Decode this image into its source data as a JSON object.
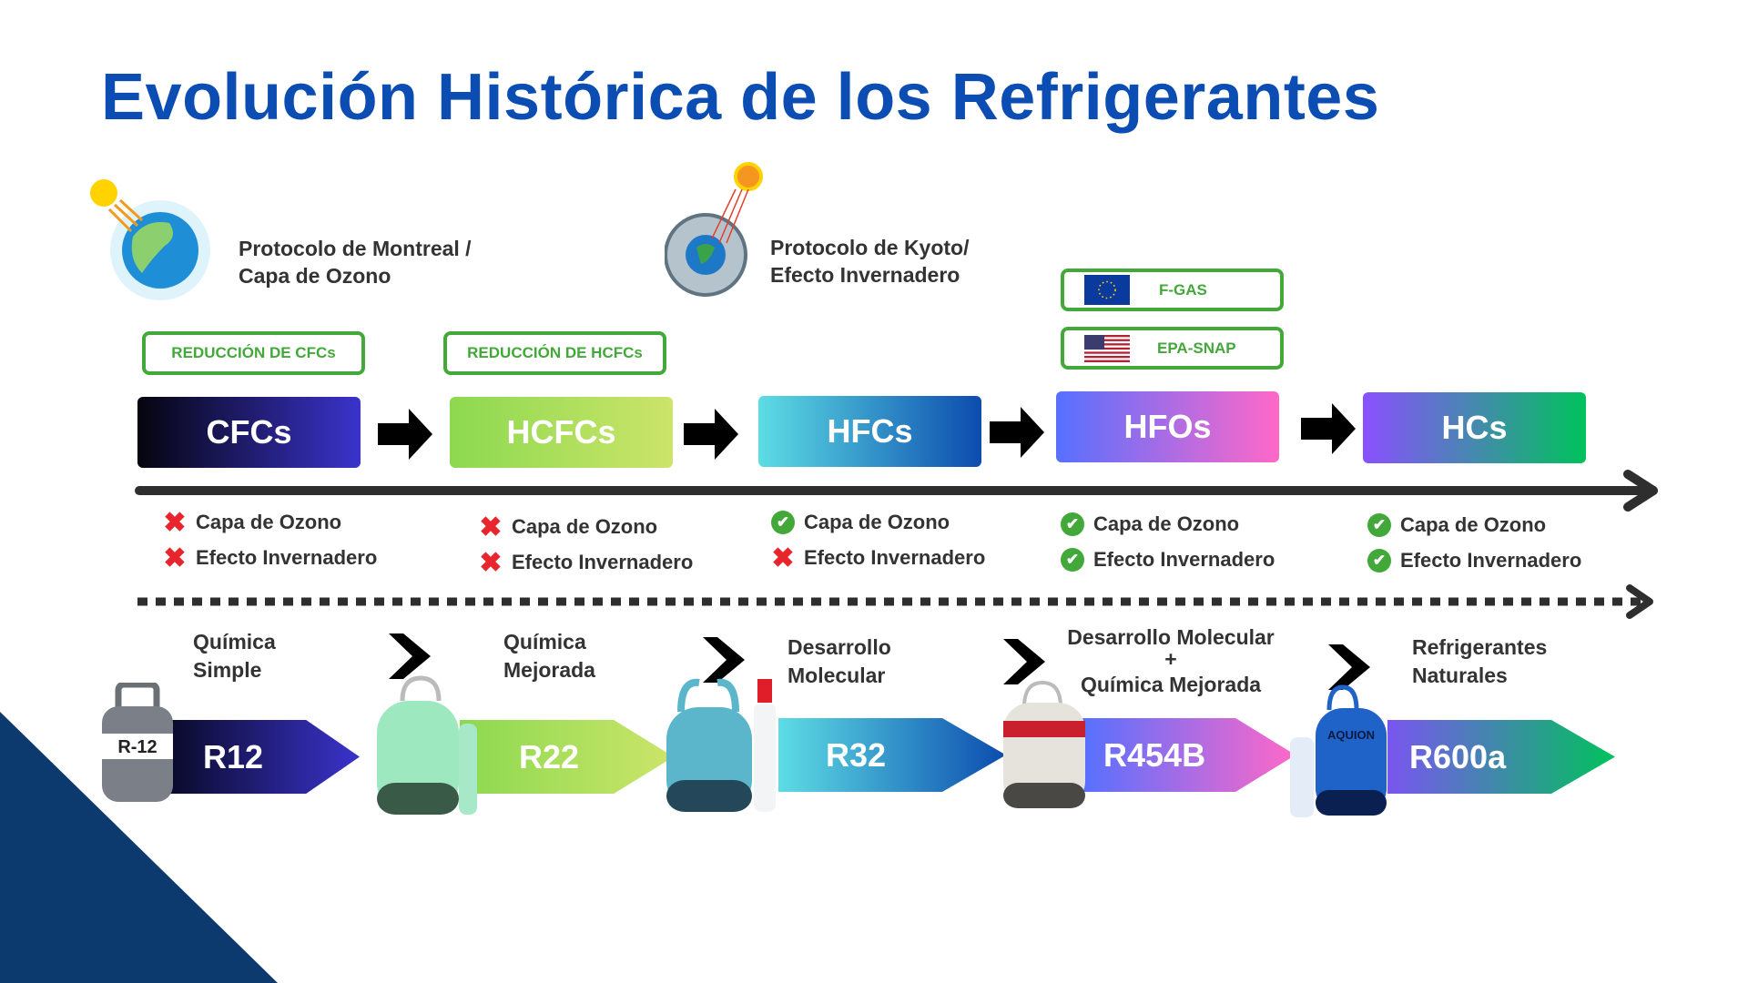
{
  "title": "Evolución Histórica de los Refrigerantes",
  "protocols": [
    {
      "line1": "Protocolo de Montreal /",
      "line2": "Capa de Ozono",
      "icon": "ozone-earth-icon"
    },
    {
      "line1": "Protocolo de Kyoto/",
      "line2": "Efecto Invernadero",
      "icon": "greenhouse-earth-icon"
    }
  ],
  "reductions": [
    "REDUCCIÓN DE CFCs",
    "REDUCCIÓN DE HCFCs"
  ],
  "regulations": [
    {
      "label": "F-GAS",
      "icon": "eu-flag-icon"
    },
    {
      "label": "EPA-SNAP",
      "icon": "us-flag-icon"
    }
  ],
  "categories": [
    {
      "name": "CFCs",
      "ozone": false,
      "greenhouse": false,
      "colors": [
        "#05050f",
        "#3a33cc"
      ]
    },
    {
      "name": "HCFCs",
      "ozone": false,
      "greenhouse": false,
      "colors": [
        "#8cd94f",
        "#cce46a"
      ]
    },
    {
      "name": "HFCs",
      "ozone": true,
      "greenhouse": false,
      "colors": [
        "#5ddde4",
        "#0c4cae"
      ]
    },
    {
      "name": "HFOs",
      "ozone": true,
      "greenhouse": true,
      "colors": [
        "#5670ff",
        "#ff68c8"
      ]
    },
    {
      "name": "HCs",
      "ozone": true,
      "greenhouse": true,
      "colors": [
        "#8a50ff",
        "#00c25c"
      ]
    }
  ],
  "impact_labels": {
    "ozone": "Capa de Ozono",
    "greenhouse": "Efecto Invernadero"
  },
  "refrigerants": [
    {
      "name": "R12",
      "desc1": "Química",
      "desc2": "Simple",
      "desc3": "",
      "cylinder_label": "R-12",
      "cyl": "#7b7f87",
      "colors": [
        "#0a0a2a",
        "#3a33cc"
      ]
    },
    {
      "name": "R22",
      "desc1": "Química",
      "desc2": "Mejorada",
      "desc3": "",
      "cyl": "#9ee8c0",
      "colors": [
        "#8cd94f",
        "#cce46a"
      ]
    },
    {
      "name": "R32",
      "desc1": "Desarrollo",
      "desc2": "Molecular",
      "desc3": "",
      "cyl": "#5bb6cc",
      "colors": [
        "#5ddde4",
        "#0c4cae"
      ]
    },
    {
      "name": "R454B",
      "desc1": "Desarrollo Molecular",
      "desc2": "+",
      "desc3": "Química Mejorada",
      "cyl": "#e6e3dc",
      "colors": [
        "#5670ff",
        "#ff68c8"
      ]
    },
    {
      "name": "R600a",
      "desc1": "Refrigerantes",
      "desc2": "Naturales",
      "desc3": "",
      "cylinder_label": "AQUION",
      "cyl": "#1f63c8",
      "colors": [
        "#7a55f0",
        "#00c25c"
      ]
    }
  ]
}
